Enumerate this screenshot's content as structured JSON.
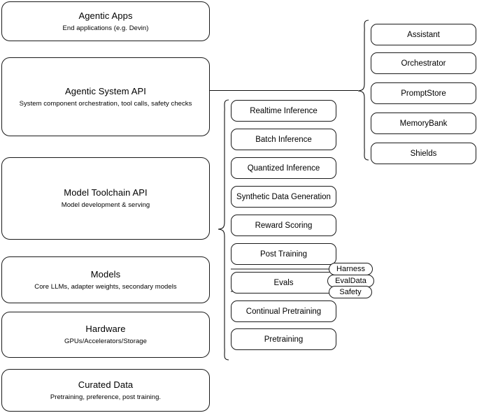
{
  "diagram": {
    "title": "Agentic AI stack layered architecture",
    "stroke_color": "#1a1a1a",
    "background_color": "#ffffff"
  },
  "layers": [
    {
      "id": "agentic-apps",
      "title": "Agentic Apps",
      "subtitle": "End applications (e.g. Devin)"
    },
    {
      "id": "agentic-system-api",
      "title": "Agentic System API",
      "subtitle": "System component orchestration, tool calls, safety checks"
    },
    {
      "id": "model-toolchain-api",
      "title": "Model Toolchain API",
      "subtitle": "Model development & serving"
    },
    {
      "id": "models",
      "title": "Models",
      "subtitle": "Core LLMs, adapter weights, secondary models"
    },
    {
      "id": "hardware",
      "title": "Hardware",
      "subtitle": "GPUs/Accelerators/Storage"
    },
    {
      "id": "curated-data",
      "title": "Curated Data",
      "subtitle": "Pretraining, preference, post training."
    }
  ],
  "toolchain_capabilities": [
    {
      "id": "realtime-inference",
      "label": "Realtime Inference"
    },
    {
      "id": "batch-inference",
      "label": "Batch Inference"
    },
    {
      "id": "quantized-inference",
      "label": "Quantized Inference"
    },
    {
      "id": "synthetic-data-generation",
      "label": "Synthetic Data Generation"
    },
    {
      "id": "reward-scoring",
      "label": "Reward Scoring"
    },
    {
      "id": "post-training",
      "label": "Post Training"
    },
    {
      "id": "evals",
      "label": "Evals"
    },
    {
      "id": "continual-pretraining",
      "label": "Continual Pretraining"
    },
    {
      "id": "pretraining",
      "label": "Pretraining"
    }
  ],
  "system_components": [
    {
      "id": "assistant",
      "label": "Assistant"
    },
    {
      "id": "orchestrator",
      "label": "Orchestrator"
    },
    {
      "id": "promptstore",
      "label": "PromptStore"
    },
    {
      "id": "memorybank",
      "label": "MemoryBank"
    },
    {
      "id": "shields",
      "label": "Shields"
    }
  ],
  "eval_tags": [
    {
      "id": "harness",
      "label": "Harness"
    },
    {
      "id": "evaldata",
      "label": "EvalData"
    },
    {
      "id": "safety",
      "label": "Safety"
    }
  ]
}
